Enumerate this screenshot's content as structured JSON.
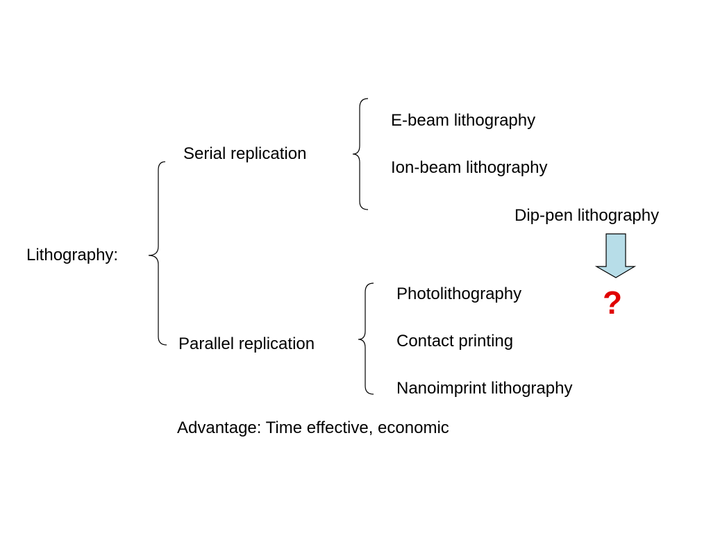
{
  "root": {
    "label": "Lithography:"
  },
  "serial": {
    "label": "Serial replication",
    "items": [
      "E-beam lithography",
      "Ion-beam lithography"
    ]
  },
  "parallel": {
    "label": "Parallel replication",
    "items": [
      "Photolithography",
      "Contact printing",
      "Nanoimprint lithography"
    ]
  },
  "dip_pen": {
    "label": "Dip-pen lithography"
  },
  "question": {
    "label": "?",
    "color": "#e00000"
  },
  "arrow": {
    "fill": "#b7dde8",
    "stroke": "#000000"
  },
  "advantage": {
    "label": "Advantage: Time effective, economic"
  }
}
